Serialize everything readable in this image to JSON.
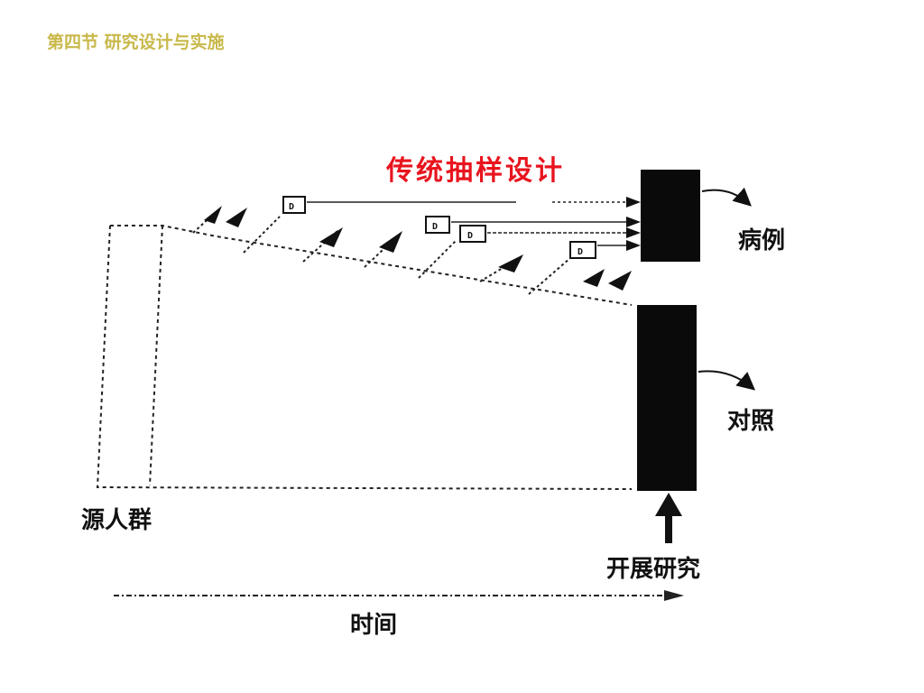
{
  "header": {
    "section_title": "第四节 研究设计与实施"
  },
  "diagram": {
    "title": "传统抽样设计",
    "labels": {
      "cases": "病例",
      "controls": "对照",
      "source_population": "源人群",
      "start_study": "开展研究",
      "time": "时间"
    },
    "event_boxes": [
      "D",
      "D",
      "D",
      "D"
    ]
  },
  "colors": {
    "title": "#e8141e",
    "header": "#c8b84a",
    "ink": "#111111"
  }
}
